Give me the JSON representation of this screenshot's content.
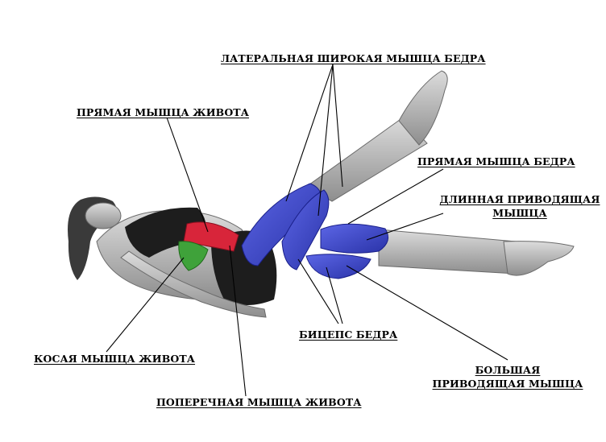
{
  "colors": {
    "muscle_blue": "#3a44c8",
    "muscle_red": "#d8253a",
    "muscle_green": "#3fa23a",
    "body_gray": "#b9b9b9",
    "suit_black": "#1d1d1d",
    "leader_line": "#000000"
  },
  "labels": {
    "lateral_vastus": "ЛАТЕРАЛЬНАЯ ШИРОКАЯ МЫШЦА БЕДРА",
    "rectus_abdominis": "ПРЯМАЯ МЫШЦА ЖИВОТА",
    "rectus_femoris": "ПРЯМАЯ МЫШЦА БЕДРА",
    "adductor_longus": "ДЛИННАЯ ПРИВОДЯЩАЯ МЫШЦА",
    "biceps_femoris": "БИЦЕПС БЕДРА",
    "external_oblique": "КОСАЯ МЫШЦА ЖИВОТА",
    "adductor_magnus": "БОЛЬШАЯ ПРИВОДЯЩАЯ МЫШЦА",
    "transverse_abdominis": "ПОПЕРЕЧНАЯ МЫШЦА ЖИВОТА"
  }
}
